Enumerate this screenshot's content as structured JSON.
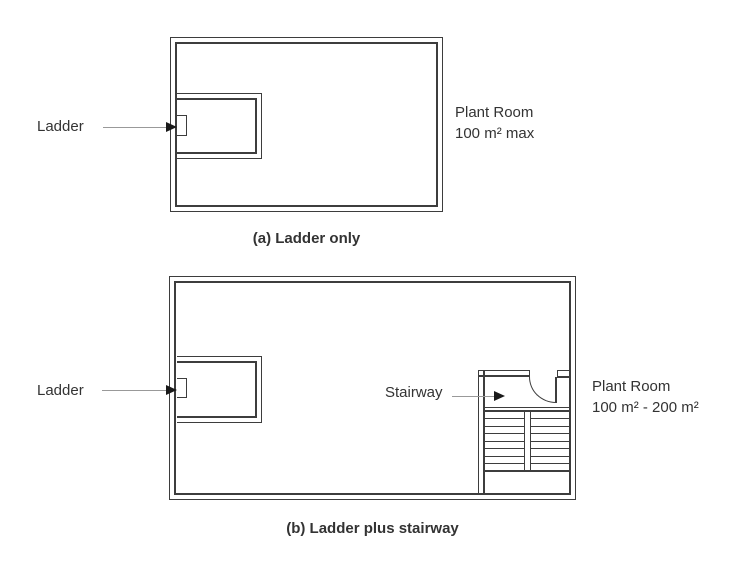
{
  "figure": {
    "panel_a": {
      "caption": "(a) Ladder only",
      "ladder_label": "Ladder",
      "room_label_line1": "Plant Room",
      "room_label_line2": "100 m² max"
    },
    "panel_b": {
      "caption": "(b) Ladder plus stairway",
      "ladder_label": "Ladder",
      "stairway_label": "Stairway",
      "room_label_line1": "Plant Room",
      "room_label_line2": "100 m² - 200 m²"
    },
    "colors": {
      "wall_line": "#3d3d3d",
      "leader_line": "#999999",
      "arrowhead": "#1a1a1a",
      "text": "#333333",
      "background": "#ffffff"
    }
  }
}
